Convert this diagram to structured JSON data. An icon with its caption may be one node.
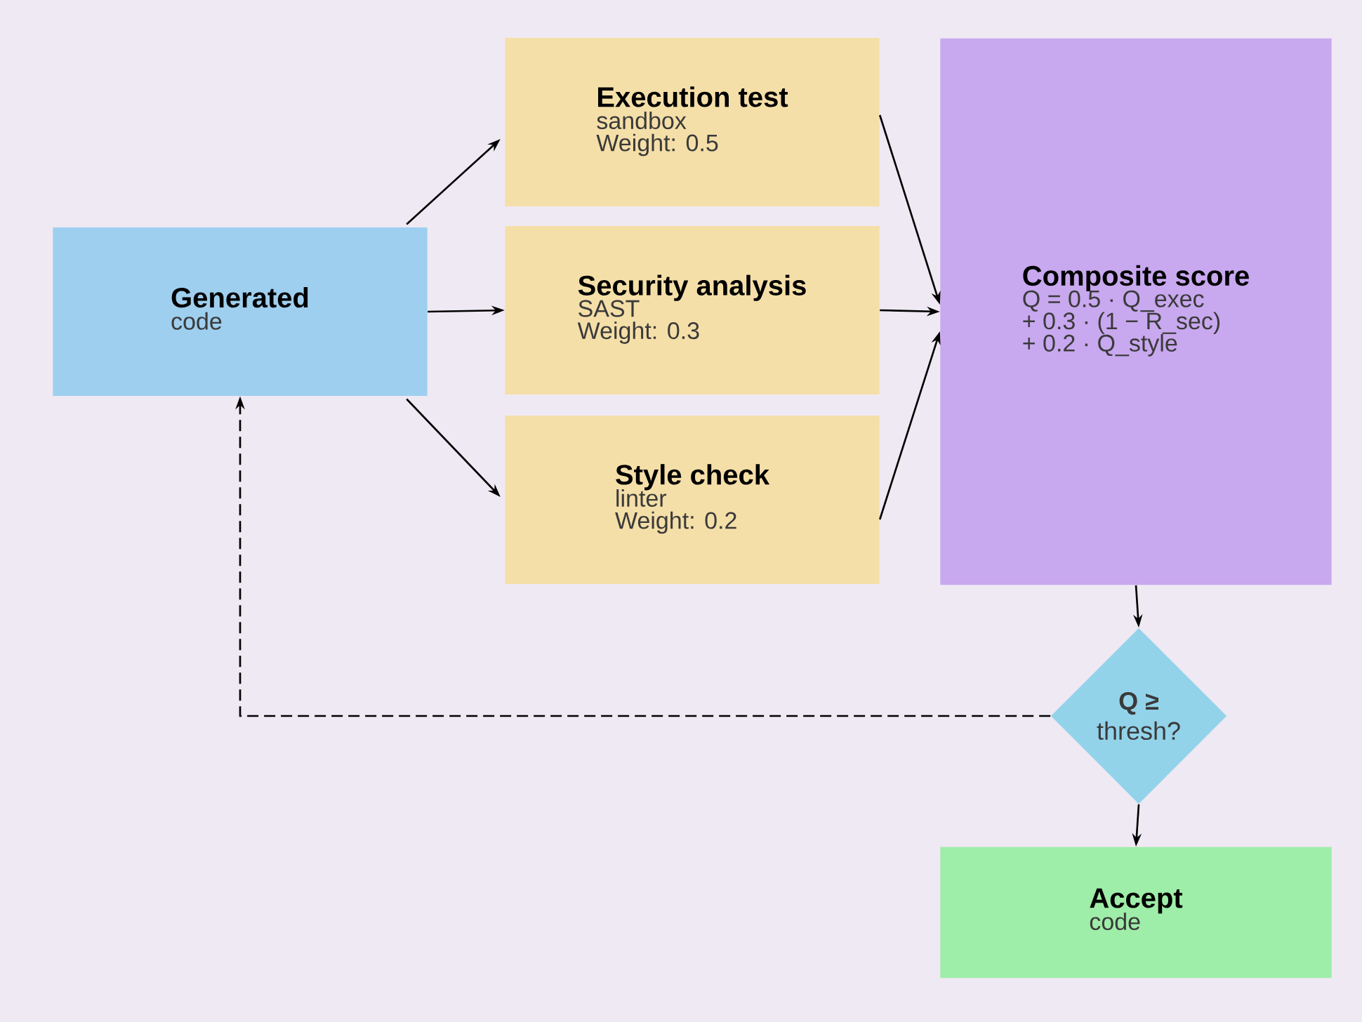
{
  "diagram": {
    "nodes": [
      {
        "text": [
          "Generated",
          "code"
        ]
      },
      {
        "text": [
          "Execution test",
          "sandbox",
          "Weight: 0.5"
        ]
      },
      {
        "text": [
          "Security analysis",
          "SAST",
          "Weight: 0.3"
        ]
      },
      {
        "text": [
          "Style check",
          "linter",
          "Weight: 0.2"
        ]
      },
      {
        "text": [
          "Composite score",
          "Q = 0.5 · Q_exec",
          "+ 0.3 · (1 − R_sec)",
          "+ 0.2 · Q_style"
        ]
      },
      {
        "text": [
          "**Q ≥** thresh?"
        ]
      },
      {
        "text": [
          "Accept",
          "code"
        ]
      }
    ],
    "edges": [
      {
        "from": 0,
        "to": 1,
        "arrow": "to"
      },
      {
        "from": 0,
        "to": 2,
        "arrow": "to"
      },
      {
        "from": 0,
        "to": 3,
        "arrow": "to"
      },
      {
        "from": 1,
        "to": 4,
        "arrow": "to"
      },
      {
        "from": 2,
        "to": 4,
        "arrow": "to"
      },
      {
        "from": 3,
        "to": 4,
        "arrow": "to"
      },
      {
        "from": 4,
        "to": 5,
        "arrow": "to"
      },
      {
        "from": 5,
        "to": 6,
        "arrow": "to"
      },
      {
        "from": 5,
        "to": 0,
        "arrow": "to",
        "style": "dashed"
      }
    ]
  }
}
